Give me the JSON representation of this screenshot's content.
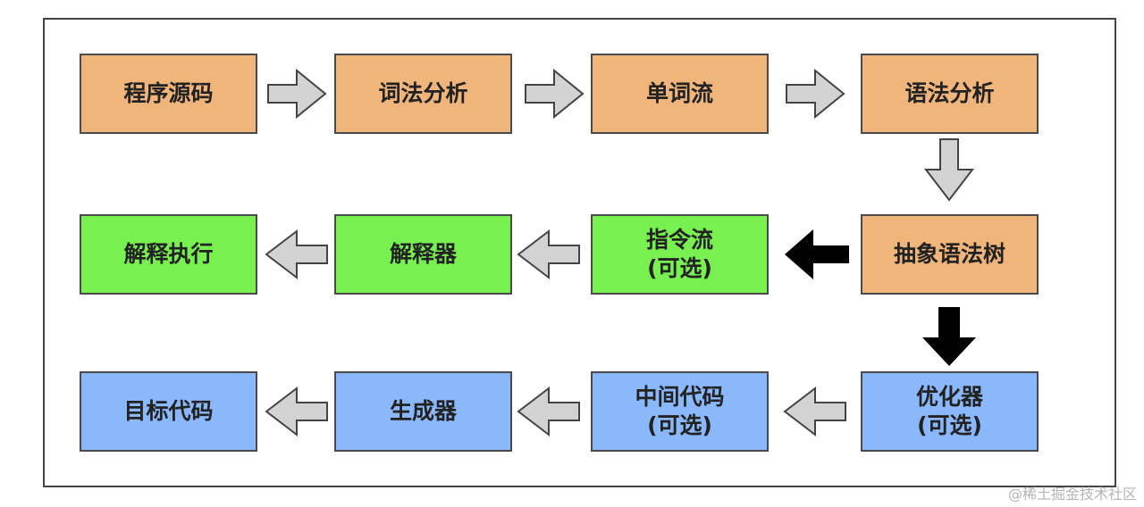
{
  "nodes": {
    "source_code": "程序源码",
    "lexical_analysis": "词法分析",
    "token_stream": "单词流",
    "syntax_analysis": "语法分析",
    "ast": "抽象语法树",
    "instruction_stream_line1": "指令流",
    "instruction_stream_line2": "(可选)",
    "interpreter": "解释器",
    "interpret_execute": "解释执行",
    "optimizer_line1": "优化器",
    "optimizer_line2": "(可选)",
    "intermediate_code_line1": "中间代码",
    "intermediate_code_line2": "(可选)",
    "generator": "生成器",
    "target_code": "目标代码"
  },
  "colors": {
    "orange": "#f0b57b",
    "green": "#78f04f",
    "blue": "#8ab8fa",
    "gray_arrow": "#d3d3d3",
    "black_arrow": "#000000"
  },
  "watermark": "@稀土掘金技术社区"
}
